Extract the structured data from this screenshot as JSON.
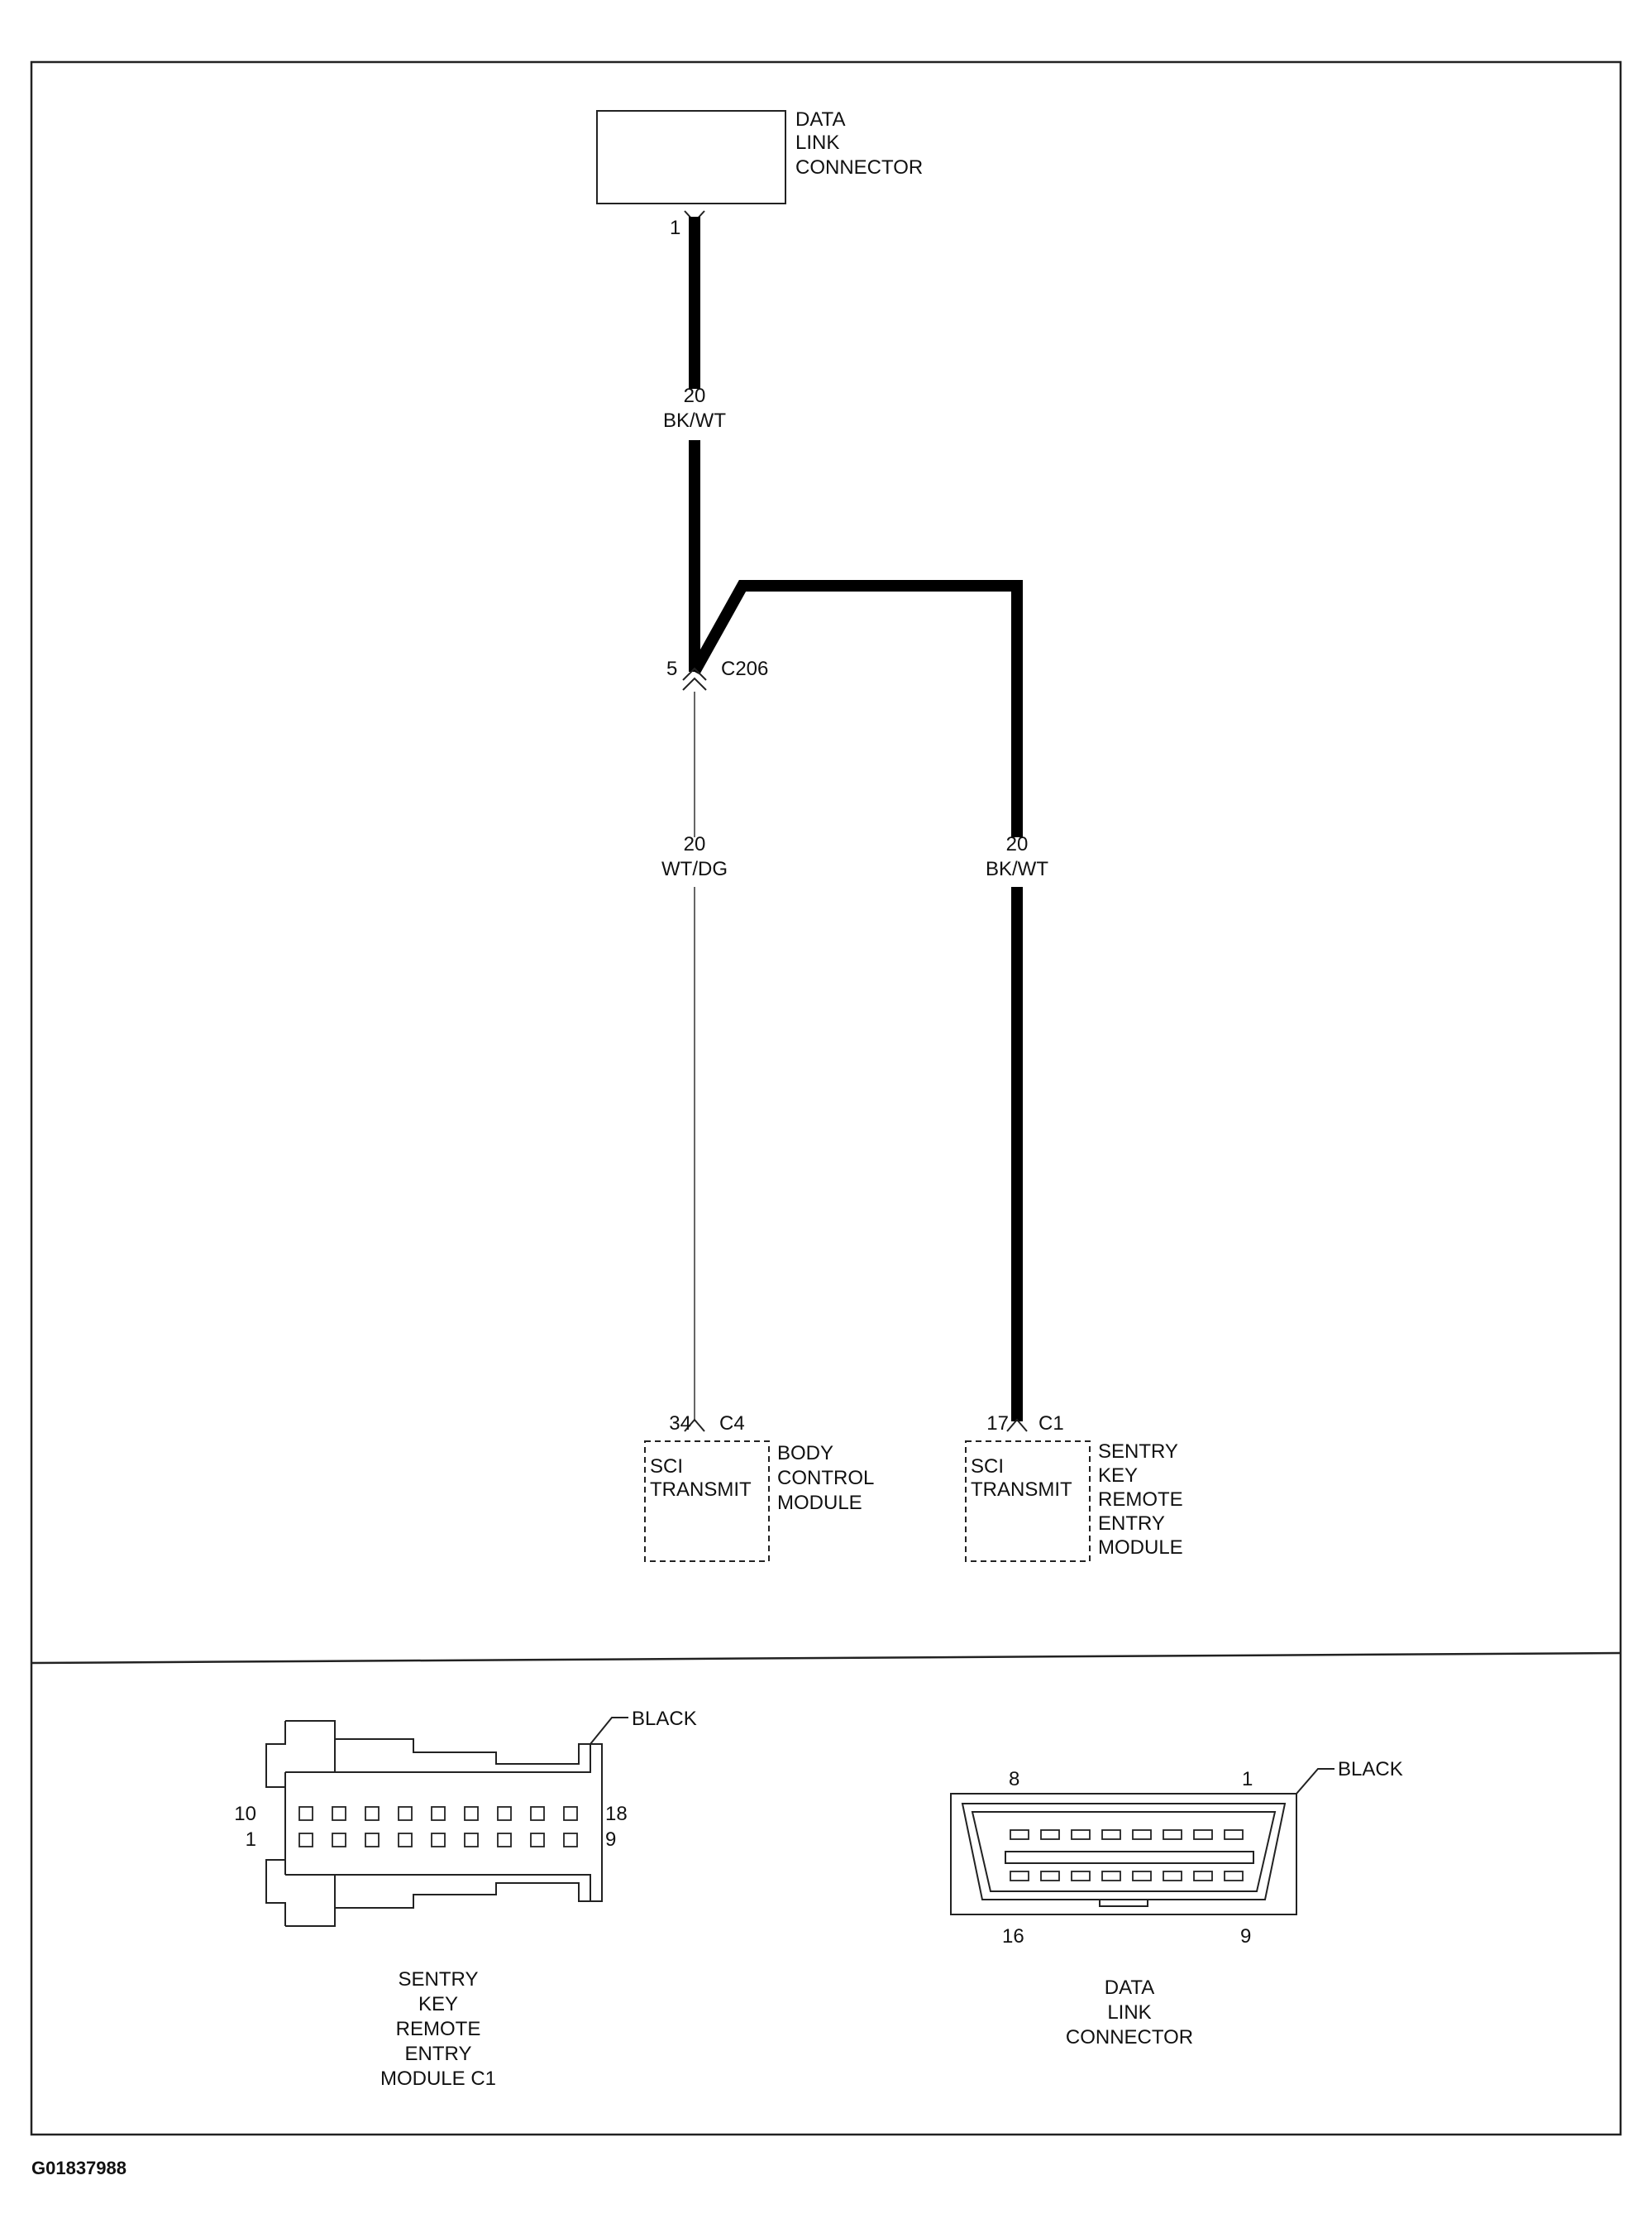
{
  "top_connector": {
    "title_lines": [
      "DATA",
      "LINK",
      "CONNECTOR"
    ],
    "pin": "1"
  },
  "wires": {
    "upper": {
      "gauge": "20",
      "color": "BK/WT"
    },
    "left": {
      "gauge": "20",
      "color": "WT/DG"
    },
    "right": {
      "gauge": "20",
      "color": "BK/WT"
    }
  },
  "splice": {
    "pin": "5",
    "name": "C206"
  },
  "bcm": {
    "pin": "34",
    "connector": "C4",
    "inner_lines": [
      "SCI",
      "TRANSMIT"
    ],
    "title_lines": [
      "BODY",
      "CONTROL",
      "MODULE"
    ]
  },
  "skrem": {
    "pin": "17",
    "connector": "C1",
    "inner_lines": [
      "SCI",
      "TRANSMIT"
    ],
    "title_lines": [
      "SENTRY",
      "KEY",
      "REMOTE",
      "ENTRY",
      "MODULE"
    ]
  },
  "skrem_c1_view": {
    "color_callout": "BLACK",
    "pin_labels": {
      "top_left": "10",
      "bottom_left": "1",
      "top_right": "18",
      "bottom_right": "9"
    },
    "caption_lines": [
      "SENTRY",
      "KEY",
      "REMOTE",
      "ENTRY",
      "MODULE C1"
    ]
  },
  "dlc_view": {
    "color_callout": "BLACK",
    "pin_labels": {
      "top_left": "8",
      "top_right": "1",
      "bottom_left": "16",
      "bottom_right": "9"
    },
    "caption_lines": [
      "DATA",
      "LINK",
      "CONNECTOR"
    ]
  },
  "figure_id": "G01837988"
}
